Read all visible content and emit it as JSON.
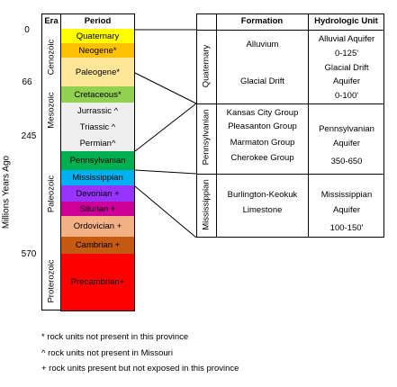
{
  "y_axis_label": "Millions Years Ago",
  "ticks": [
    "0",
    "66",
    "245",
    "570"
  ],
  "col_table": {
    "headers": {
      "era": "Era",
      "period": "Period"
    },
    "eras": [
      {
        "name": "Cenozoic"
      },
      {
        "name": "Mesozoic"
      },
      {
        "name": "Paleozoic"
      },
      {
        "name": "Proterozoic"
      }
    ],
    "periods": [
      {
        "label": "Quaternary",
        "color": "#ffff00"
      },
      {
        "label": "Neogene*",
        "color": "#ffc000"
      },
      {
        "label": "Paleogene*",
        "color": "#ffe699"
      },
      {
        "label": "Cretaceous*",
        "color": "#92d050"
      },
      {
        "label": "Jurrassic ^",
        "color": "#efefef"
      },
      {
        "label": "Triassic ^",
        "color": "#efefef"
      },
      {
        "label": "Permian^",
        "color": "#efefef"
      },
      {
        "label": "Pennsylvanian",
        "color": "#00b050"
      },
      {
        "label": "Mississippian",
        "color": "#00b0f0"
      },
      {
        "label": "Devonian +",
        "color": "#9933ff"
      },
      {
        "label": "Silurian +",
        "color": "#cc0099"
      },
      {
        "label": "Ordovician +",
        "color": "#f4b183"
      },
      {
        "label": "Cambrian +",
        "color": "#c55a11"
      },
      {
        "label": "Precambrian+",
        "color": "#ff0000"
      }
    ]
  },
  "formation_table": {
    "headers": {
      "formation": "Formation",
      "unit": "Hydrologic Unit"
    },
    "groups": [
      {
        "period": "Quaternary",
        "formations": [
          "Alluvium",
          "Glacial Drift"
        ],
        "units": [
          "Alluvial Aquifer",
          "0-125'",
          "Glacial Drift",
          "Aquifer",
          "0-100'"
        ]
      },
      {
        "period": "Pennsylvanian",
        "formations": [
          "Kansas City Group",
          "Pleasanton Group",
          "Marmaton Group",
          "Cherokee Group"
        ],
        "units": [
          "Pennsylvanian",
          "Aquifer",
          "350-650"
        ]
      },
      {
        "period": "Mississippian",
        "formations": [
          "Burlington-Keokuk",
          "Limestone"
        ],
        "units": [
          "Mississippian",
          "Aquifer",
          "100-150'"
        ]
      }
    ]
  },
  "legend": [
    "* rock units not present in this province",
    "^ rock units not present in Missouri",
    "+ rock units present but not exposed in this province"
  ]
}
